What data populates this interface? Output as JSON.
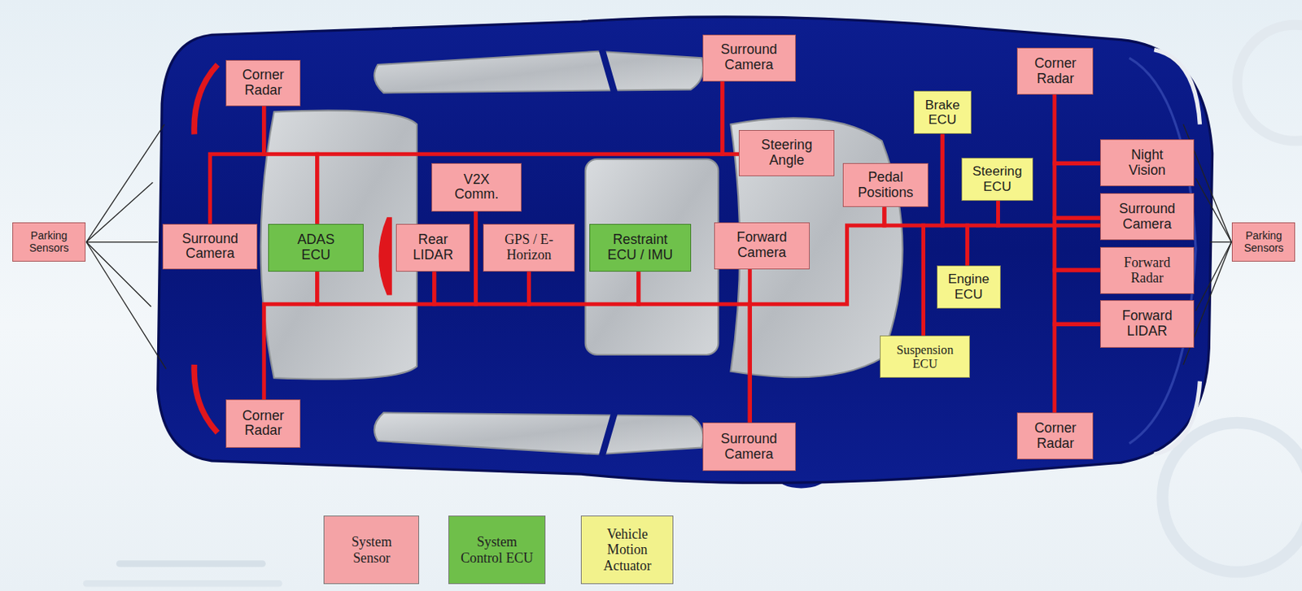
{
  "diagram": {
    "nodes": [
      {
        "text": [
          "Parking Sensors"
        ]
      },
      {
        "text": [
          "Corner Radar"
        ]
      },
      {
        "text": [
          "Surround Camera"
        ]
      },
      {
        "text": [
          "Corner Radar"
        ]
      },
      {
        "text": [
          "Brake ECU"
        ]
      },
      {
        "text": [
          "Steering Angle"
        ]
      },
      {
        "text": [
          "V2X Comm."
        ]
      },
      {
        "text": [
          "Pedal Positions"
        ]
      },
      {
        "text": [
          "Steering ECU"
        ]
      },
      {
        "text": [
          "Night Vision"
        ]
      },
      {
        "text": [
          "Surround Camera"
        ]
      },
      {
        "text": [
          "ADAS ECU"
        ]
      },
      {
        "text": [
          "Rear LIDAR"
        ]
      },
      {
        "text": [
          "GPS / E-Horizon"
        ]
      },
      {
        "text": [
          "Restraint ECU / IMU"
        ]
      },
      {
        "text": [
          "Forward Camera"
        ]
      },
      {
        "text": [
          "Surround Camera"
        ]
      },
      {
        "text": [
          "Parking Sensors"
        ]
      },
      {
        "text": [
          "Engine ECU"
        ]
      },
      {
        "text": [
          "Forward Radar"
        ]
      },
      {
        "text": [
          "Forward LIDAR"
        ]
      },
      {
        "text": [
          "Suspension ECU"
        ]
      },
      {
        "text": [
          "Corner Radar"
        ]
      },
      {
        "text": [
          "Surround Camera"
        ]
      },
      {
        "text": [
          "Corner Radar"
        ]
      }
    ],
    "edges": [
      {
        "from": 10,
        "to": 1,
        "arrow": "none"
      },
      {
        "from": 1,
        "to": 11,
        "arrow": "none"
      },
      {
        "from": 11,
        "to": 2,
        "arrow": "none"
      },
      {
        "from": 2,
        "to": 5,
        "arrow": "none"
      },
      {
        "from": 11,
        "to": 22,
        "arrow": "none"
      },
      {
        "from": 11,
        "to": 12,
        "arrow": "none"
      },
      {
        "from": 12,
        "to": 6,
        "arrow": "none"
      },
      {
        "from": 6,
        "to": 13,
        "arrow": "none"
      },
      {
        "from": 13,
        "to": 14,
        "arrow": "none"
      },
      {
        "from": 14,
        "to": 23,
        "arrow": "none"
      },
      {
        "from": 15,
        "to": 23,
        "arrow": "none"
      },
      {
        "from": 23,
        "to": 7,
        "arrow": "none"
      },
      {
        "from": 7,
        "to": 21,
        "arrow": "none"
      },
      {
        "from": 21,
        "to": 4,
        "arrow": "none"
      },
      {
        "from": 4,
        "to": 18,
        "arrow": "none"
      },
      {
        "from": 18,
        "to": 8,
        "arrow": "none"
      },
      {
        "from": 8,
        "to": 16,
        "arrow": "none"
      },
      {
        "from": 16,
        "to": 9,
        "arrow": "none"
      },
      {
        "from": 9,
        "to": 3,
        "arrow": "none"
      },
      {
        "from": 16,
        "to": 19,
        "arrow": "none"
      },
      {
        "from": 19,
        "to": 20,
        "arrow": "none"
      },
      {
        "from": 20,
        "to": 24,
        "arrow": "none"
      }
    ],
    "legend": [
      {
        "text": "System Sensor",
        "color": "#f4a3a6"
      },
      {
        "text": "System Control ECU",
        "color": "#6fbf4a"
      },
      {
        "text": "Vehicle Motion Actuator",
        "color": "#f2f28c"
      }
    ]
  }
}
